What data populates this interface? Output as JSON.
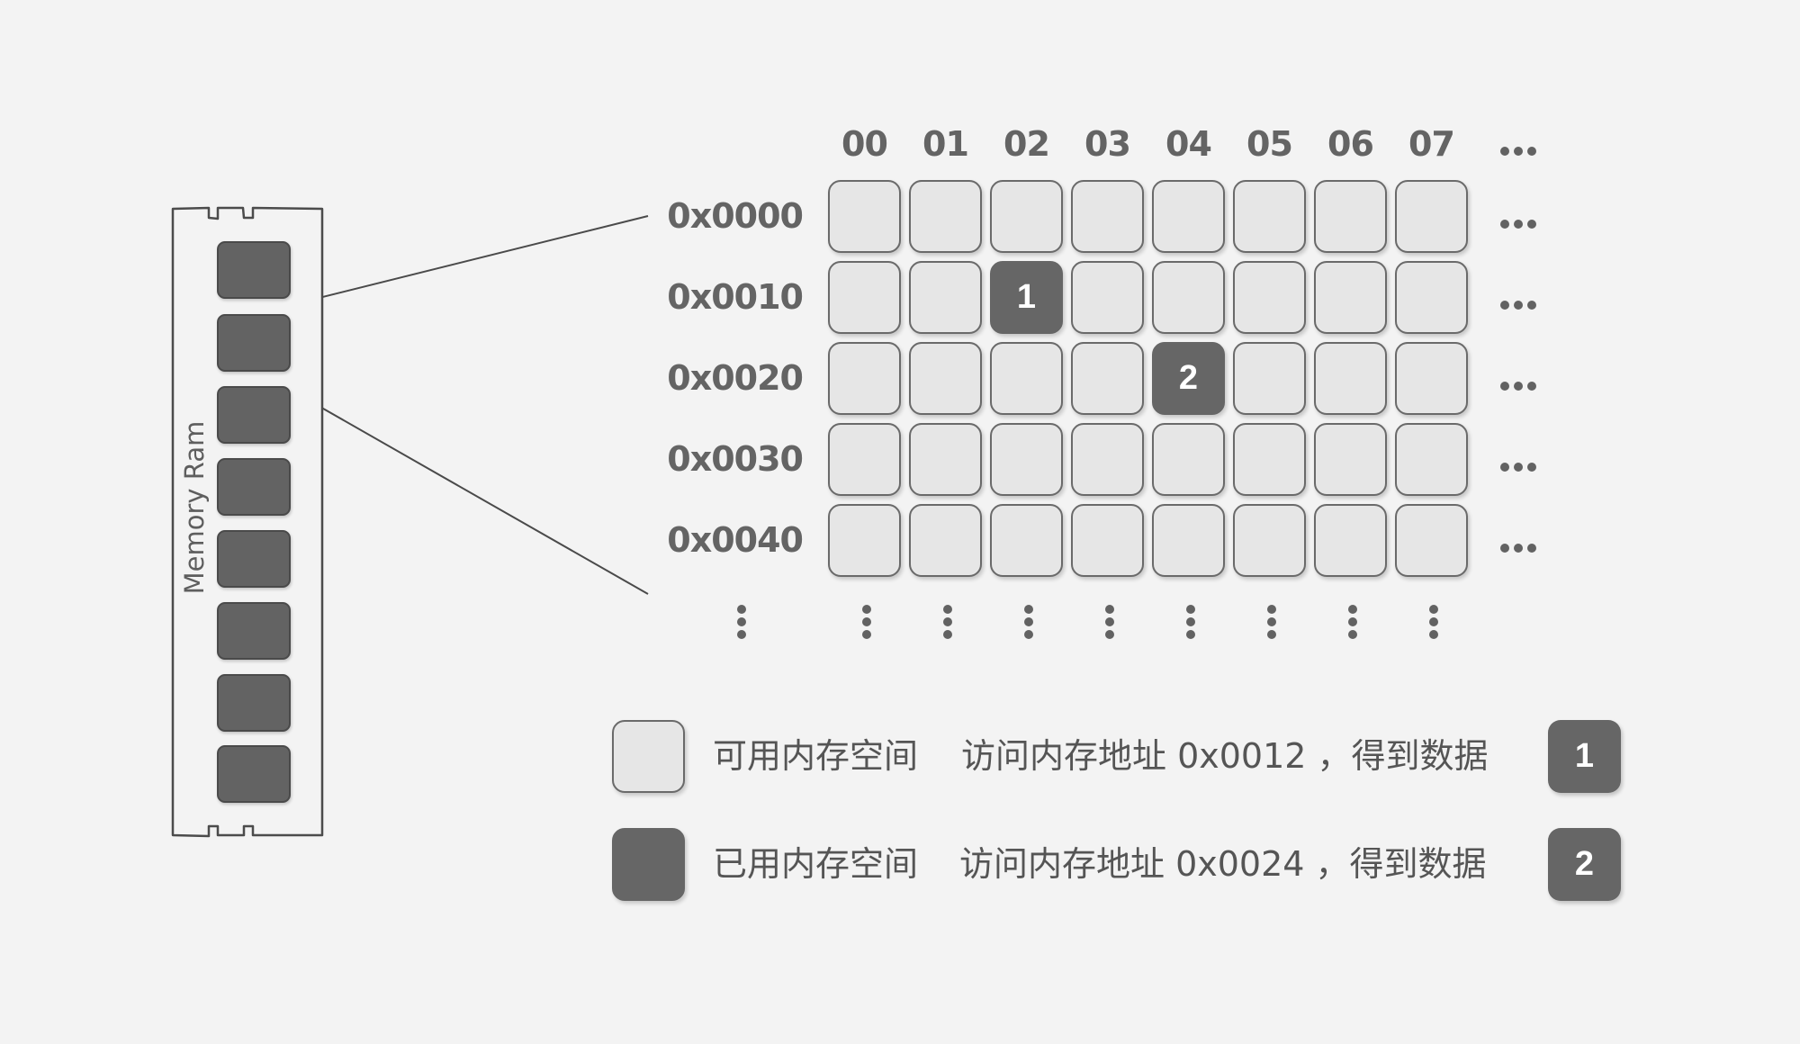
{
  "memory_stick": {
    "label": "Memory Ram",
    "chip_count": 8,
    "highlighted_chip_index": 1
  },
  "grid": {
    "column_headers": [
      "00",
      "01",
      "02",
      "03",
      "04",
      "05",
      "06",
      "07"
    ],
    "column_overflow": "...",
    "row_labels": [
      "0x0000",
      "0x0010",
      "0x0020",
      "0x0030",
      "0x0040"
    ],
    "row_overflow": "...",
    "used_cells": [
      {
        "row": 1,
        "col": 2,
        "label": "1",
        "address": "0x0012"
      },
      {
        "row": 2,
        "col": 4,
        "label": "2",
        "address": "0x0024"
      }
    ]
  },
  "legend": {
    "available_label": "可用内存空间",
    "used_label": "已用内存空间",
    "access_1": "访问内存地址 0x0012 ，得到数据",
    "access_2": "访问内存地址 0x0024 ，得到数据",
    "badge_1": "1",
    "badge_2": "2"
  },
  "colors": {
    "background": "#f3f3f3",
    "available_cell": "#e6e6e6",
    "used_cell": "#666666",
    "text": "#646464"
  }
}
